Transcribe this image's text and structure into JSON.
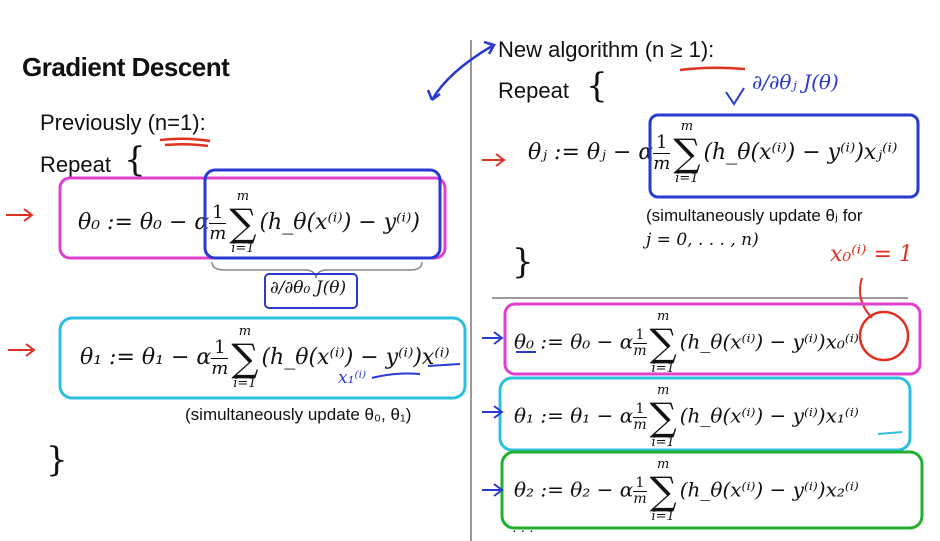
{
  "slide": {
    "title": "Gradient Descent",
    "left": {
      "previously": "Previously (n=1):",
      "repeat": "Repeat",
      "open_brace": "{",
      "close_brace": "}",
      "eq0_lhs": "θ₀ := θ₀ − α",
      "eq0_rhs": "(h_θ(x⁽ⁱ⁾) − y⁽ⁱ⁾)",
      "deriv_label": "∂/∂θ₀ J(θ)",
      "eq1_lhs": "θ₁ := θ₁ − α",
      "eq1_rhs": "(h_θ(x⁽ⁱ⁾) − y⁽ⁱ⁾)x⁽ⁱ⁾",
      "note": "(simultaneously update θ₀, θ₁)",
      "handwritten_x": "x₁⁽ⁱ⁾"
    },
    "right": {
      "heading": "New algorithm (n ≥ 1):",
      "repeat": "Repeat",
      "open_brace": "{",
      "close_brace": "}",
      "deriv_note": "∂/∂θⱼ J(θ)",
      "eqj_lhs": "θⱼ := θⱼ − α",
      "eqj_rhs": "(h_θ(x⁽ⁱ⁾) − y⁽ⁱ⁾)xⱼ⁽ⁱ⁾",
      "note_line1": "(simultaneously update θⱼ for",
      "note_line2": "j = 0, . . . , n)",
      "handwritten_x0": "x₀⁽ⁱ⁾ = 1",
      "eq_theta0": "θ₀ := θ₀ − α",
      "eq_theta0_rhs": "(h_θ(x⁽ⁱ⁾) − y⁽ⁱ⁾)x₀⁽ⁱ⁾",
      "eq_theta1": "θ₁ := θ₁ − α",
      "eq_theta1_rhs": "(h_θ(x⁽ⁱ⁾) − y⁽ⁱ⁾)x₁⁽ⁱ⁾",
      "eq_theta2": "θ₂ := θ₂ − α",
      "eq_theta2_rhs": "(h_θ(x⁽ⁱ⁾) − y⁽ⁱ⁾)x₂⁽ⁱ⁾",
      "ellipsis": "· · ·"
    },
    "sum": {
      "top": "m",
      "bottom": "i=1",
      "sigma": "∑"
    },
    "frac": {
      "num": "1",
      "den": "m"
    },
    "colors": {
      "magenta": "#e040d0",
      "blue": "#2a3ad0",
      "cyan": "#2cc0e0",
      "green": "#22b030",
      "red": "#e03020"
    }
  }
}
